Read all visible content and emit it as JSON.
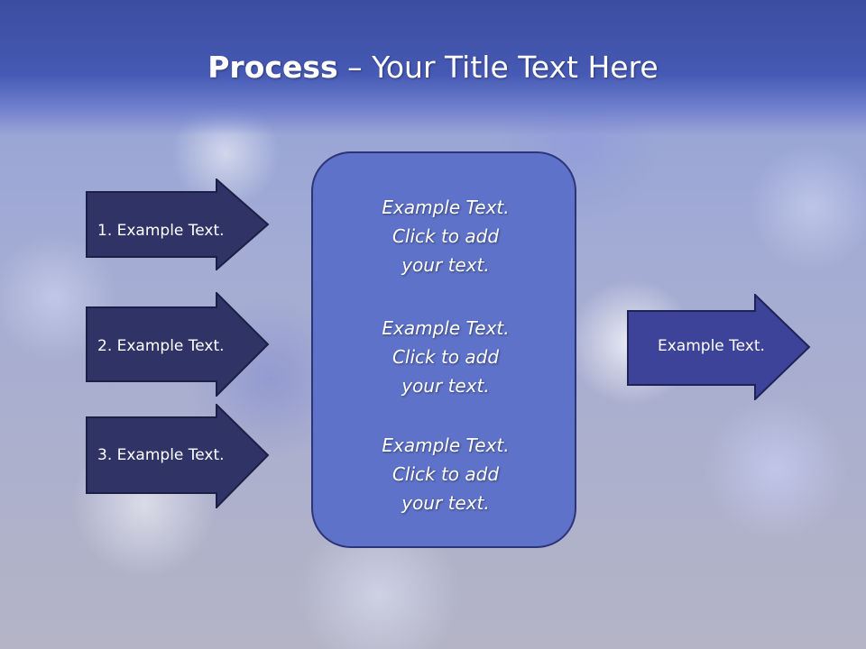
{
  "title": {
    "bold": "Process",
    "rest": " – Your Title Text Here"
  },
  "left_arrows": [
    {
      "label": "1. Example Text."
    },
    {
      "label": "2. Example Text."
    },
    {
      "label": "3. Example Text."
    }
  ],
  "center_box": {
    "blocks": [
      {
        "line1": "Example Text.",
        "line2": "Click  to add",
        "line3": "your text."
      },
      {
        "line1": "Example Text.",
        "line2": "Click  to add",
        "line3": "your text."
      },
      {
        "line1": "Example Text.",
        "line2": "Click  to add",
        "line3": "your text."
      }
    ]
  },
  "right_arrow": {
    "label": "Example Text."
  },
  "colors": {
    "header": "#4659b4",
    "left_arrow_fill": "#2f3366",
    "center_box_fill": "#5e72c9",
    "right_arrow_fill": "#3d4399",
    "text": "#ffffff"
  }
}
